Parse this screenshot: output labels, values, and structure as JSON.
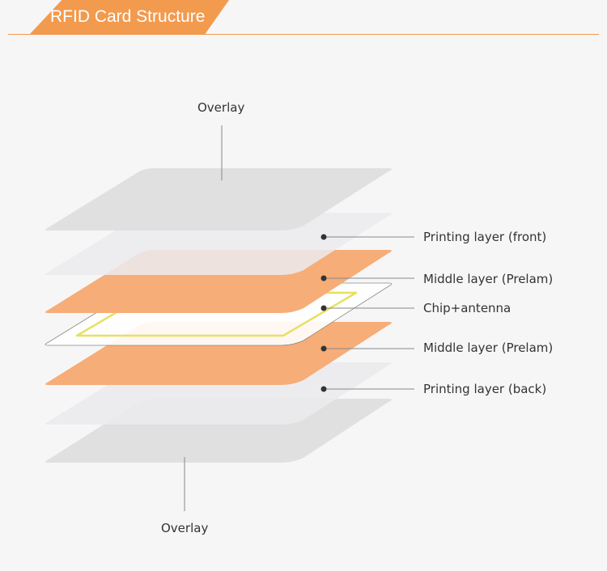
{
  "title": "RFID Card Structure",
  "colors": {
    "accent": "#f29a4e",
    "orange_layer": "#f6ad78",
    "gray_layer": "#dedede",
    "light_layer": "#ebebee"
  },
  "layers": [
    {
      "id": "overlay-top",
      "label": "Overlay"
    },
    {
      "id": "printing-front",
      "label": "Printing layer (front)"
    },
    {
      "id": "middle-top",
      "label": "Middle layer (Prelam)"
    },
    {
      "id": "chip-antenna",
      "label": "Chip+antenna"
    },
    {
      "id": "middle-bottom",
      "label": "Middle layer (Prelam)"
    },
    {
      "id": "printing-back",
      "label": "Printing layer (back)"
    },
    {
      "id": "overlay-bottom",
      "label": "Overlay"
    }
  ]
}
